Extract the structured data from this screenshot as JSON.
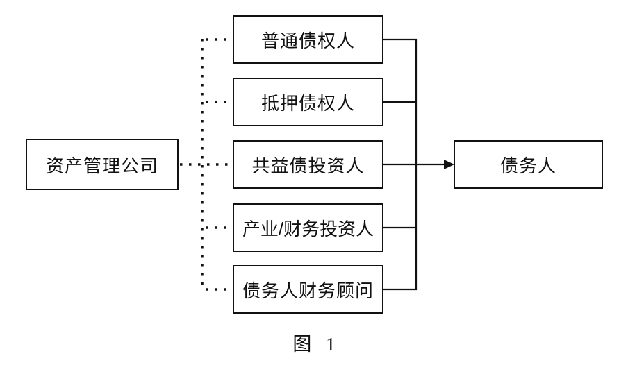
{
  "figure": {
    "caption": "图 1"
  },
  "nodes": {
    "source": {
      "label": "资产管理公司"
    },
    "middle": [
      {
        "label": "普通债权人"
      },
      {
        "label": "抵押债权人"
      },
      {
        "label": "共益债投资人"
      },
      {
        "label": "产业/财务投资人"
      },
      {
        "label": "债务人财务顾问"
      }
    ],
    "target": {
      "label": "债务人"
    }
  },
  "relations": {
    "source_to_middle": "dotted",
    "middle_to_target": "solid-arrow"
  },
  "colors": {
    "line": "#111111",
    "text": "#111111",
    "background": "#ffffff"
  }
}
